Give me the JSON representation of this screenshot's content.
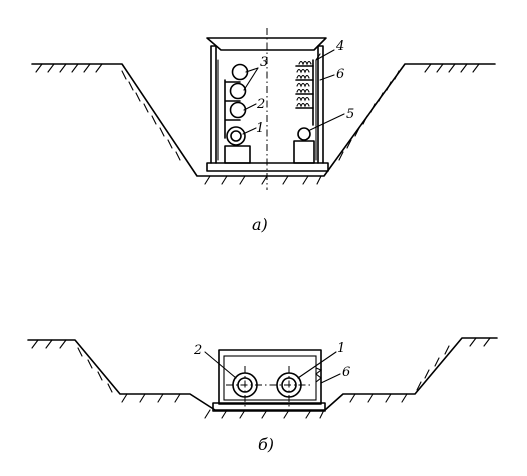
{
  "figure_a": {
    "caption": "а)",
    "labels": {
      "l1": "1",
      "l2": "2",
      "l3": "3",
      "l4": "4",
      "l5": "5",
      "l6": "6"
    }
  },
  "figure_b": {
    "caption": "б)",
    "labels": {
      "l1": "1",
      "l2": "2",
      "l6": "6"
    }
  }
}
